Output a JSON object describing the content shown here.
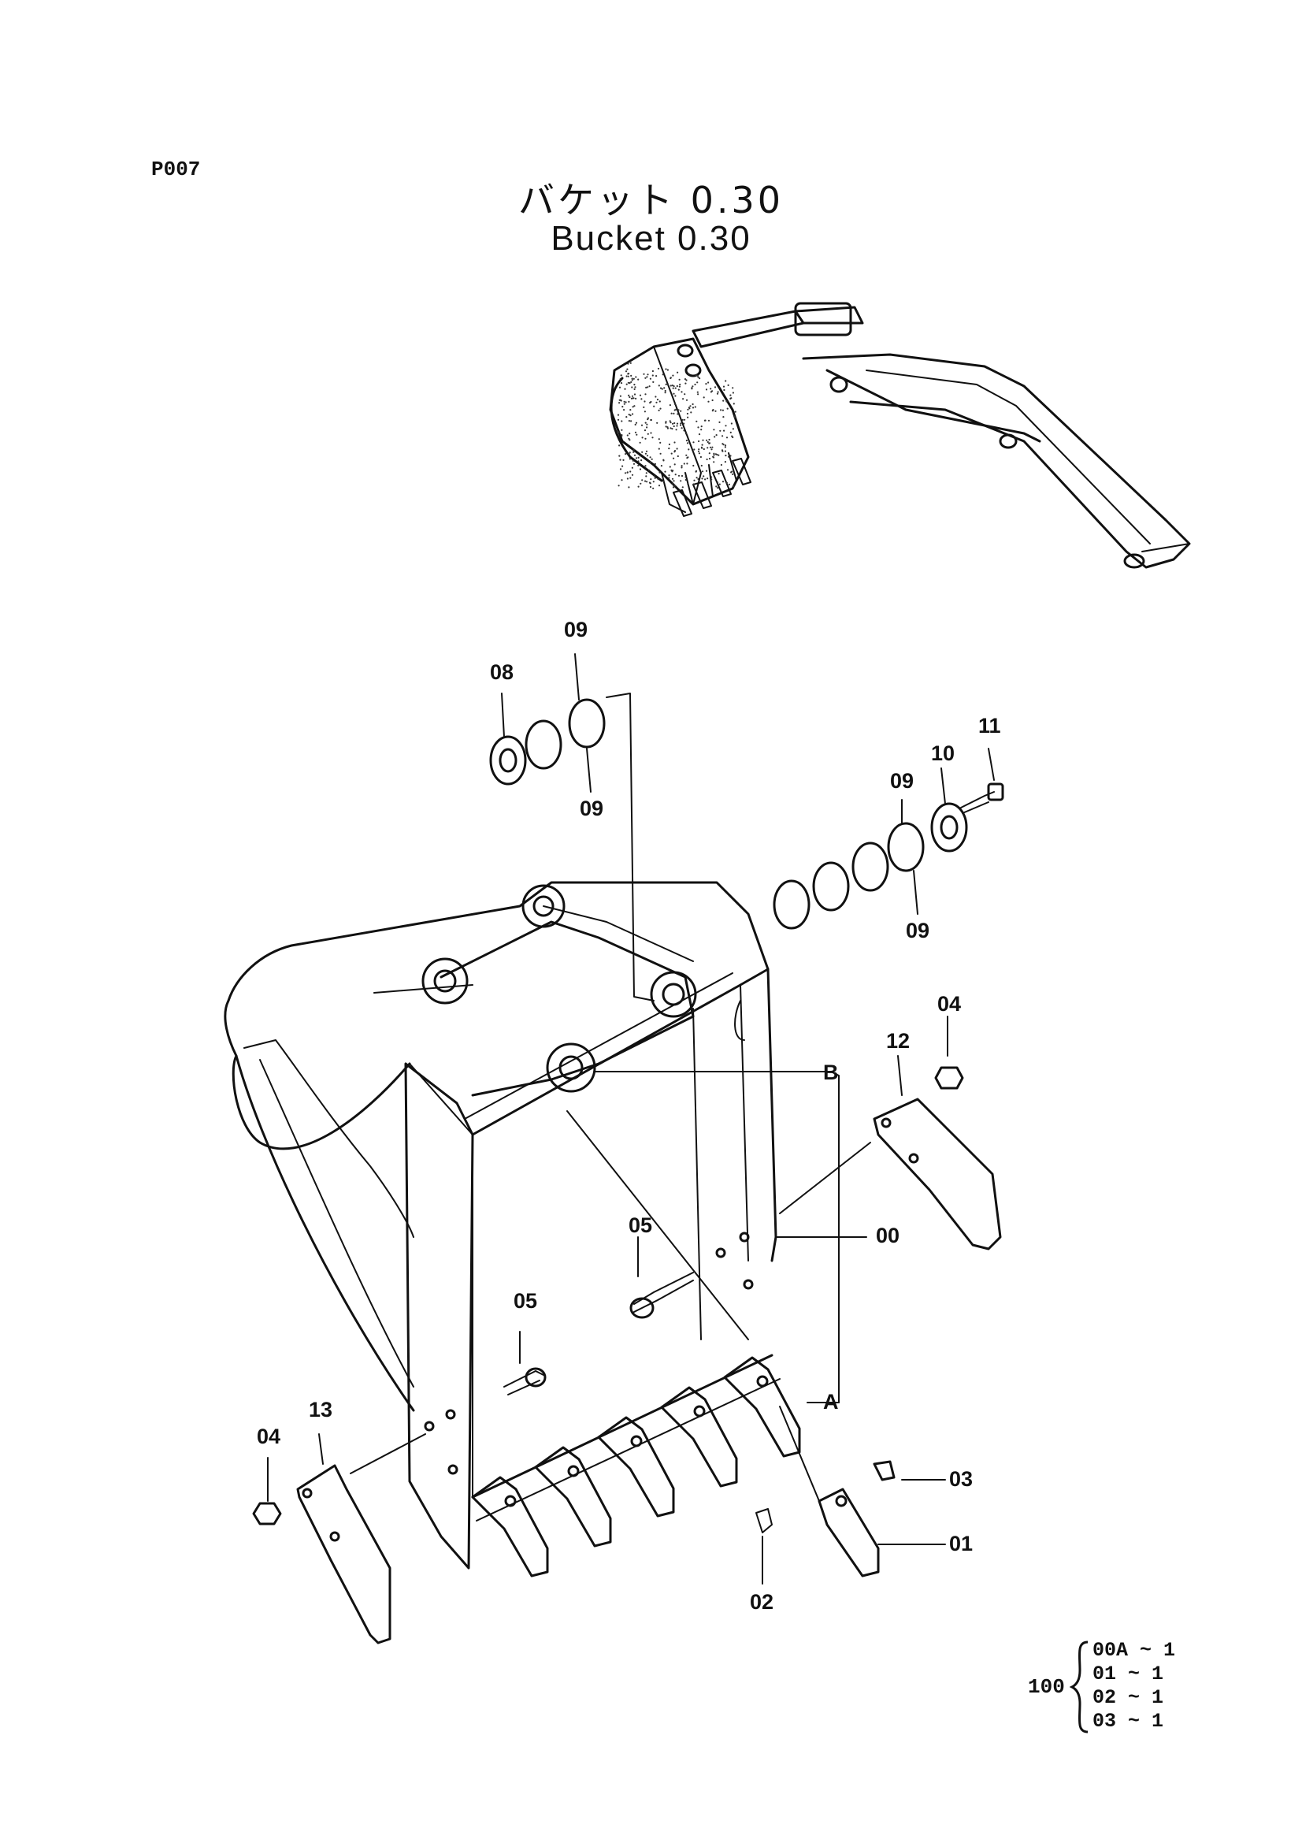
{
  "header": {
    "page_code": "P007",
    "title_jp": "バケット 0.30",
    "title_en": "Bucket 0.30"
  },
  "callouts": {
    "c00": "00",
    "c01": "01",
    "c02": "02",
    "c03": "03",
    "c04a": "04",
    "c04b": "04",
    "c05a": "05",
    "c05b": "05",
    "c08": "08",
    "c09a": "09",
    "c09b": "09",
    "c09c": "09",
    "c09d": "09",
    "c10": "10",
    "c11": "11",
    "c12": "12",
    "c13": "13",
    "refA": "A",
    "refB": "B"
  },
  "kit": {
    "number": "100",
    "items": [
      "00A ~ 1",
      "01  ~ 1",
      "02  ~ 1",
      "03  ~ 1"
    ]
  },
  "colors": {
    "line": "#111111",
    "background": "#ffffff"
  }
}
